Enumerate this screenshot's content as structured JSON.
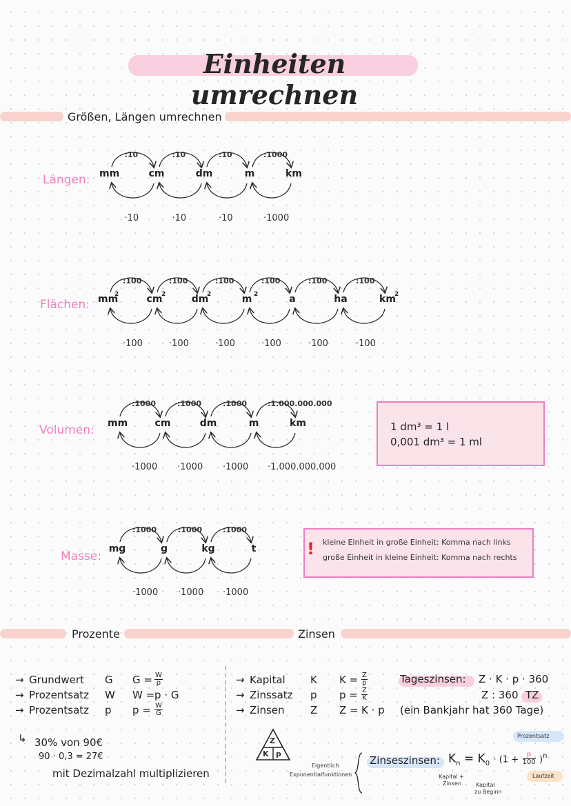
{
  "title": "Einheiten umrechnen",
  "sections": {
    "lengths_heading": "Größen, Längen umrechnen",
    "prozente": "Prozente",
    "zinsen": "Zinsen"
  },
  "laengen": {
    "label": "Längen:",
    "units": [
      "mm",
      "cm",
      "dm",
      "m",
      "km"
    ],
    "div": [
      ":10",
      ":10",
      ":10",
      ":1000"
    ],
    "mul": [
      "·10",
      "·10",
      "·10",
      "·1000"
    ]
  },
  "flaechen": {
    "label": "Flächen:",
    "units": [
      "mm",
      "cm",
      "dm",
      "m",
      "a",
      "ha",
      "km"
    ],
    "sup": [
      "2",
      "2",
      "2",
      "2",
      "",
      "",
      "2"
    ],
    "div": [
      ":100",
      ":100",
      ":100",
      ":100",
      ":100",
      ":100"
    ],
    "mul": [
      "·100",
      "·100",
      "·100",
      "·100",
      "·100",
      "·100"
    ]
  },
  "volumen": {
    "label": "Volumen:",
    "units": [
      "mm",
      "cm",
      "dm",
      "m",
      "km"
    ],
    "div": [
      ":1000",
      ":1000",
      ":1000",
      ":1.000.000.000"
    ],
    "mul": [
      "·1000",
      "·1000",
      "·1000",
      "·1.000.000.000"
    ],
    "box_line1": "1 dm³ = 1 l",
    "box_line2": "0,001 dm³ = 1 ml"
  },
  "masse": {
    "label": "Masse:",
    "units": [
      "mg",
      "g",
      "kg",
      "t"
    ],
    "div": [
      ":1000",
      ":1000",
      ":1000"
    ],
    "mul": [
      "·1000",
      "·1000",
      "·1000"
    ],
    "note_mark": "!",
    "note1": "kleine Einheit in große Einheit: Komma nach links",
    "note2": "große Einheit in kleine Einheit: Komma nach rechts"
  },
  "prozente": {
    "rows": [
      {
        "arrow": "→",
        "name": "Grundwert",
        "sym": "G",
        "lhs": "G =",
        "num": "W",
        "den": "p",
        "after": ""
      },
      {
        "arrow": "→",
        "name": "Prozentsatz",
        "sym": "W",
        "lhs": "W =",
        "num": "",
        "den": "",
        "after": "p · G"
      },
      {
        "arrow": "→",
        "name": "Prozentsatz",
        "sym": "p",
        "lhs": "p =",
        "num": "W",
        "den": "G",
        "after": ""
      }
    ],
    "example_arrow": "↳",
    "example_line1": "30% von 90€",
    "example_line2": "90 · 0,3 = 27€",
    "example_line3": "mit Dezimalzahl multiplizieren"
  },
  "zinsen": {
    "rows": [
      {
        "arrow": "→",
        "name": "Kapital",
        "sym": "K",
        "lhs": "K =",
        "num": "Z",
        "den": "p",
        "after": ""
      },
      {
        "arrow": "→",
        "name": "Zinssatz",
        "sym": "p",
        "lhs": "p =",
        "num": "Z",
        "den": "K",
        "after": ""
      },
      {
        "arrow": "→",
        "name": "Zinsen",
        "sym": "Z",
        "lhs": "Z =",
        "num": "",
        "den": "",
        "after": "K · p"
      }
    ],
    "tages_label": "Tageszinsen:",
    "tages_formula": "Z · K · p · 360",
    "tages_line2": "Z : 360 =",
    "tages_tz": "TZ",
    "bankjahr": "(ein Bankjahr hat 360 Tage)",
    "triangle_top": "Z",
    "triangle_left": "K",
    "triangle_right": "p",
    "eigentlich": "Eigentlich",
    "exponential": "Exponentialfunktionen",
    "zinseszinsen_label": "Zinseszinsen:",
    "zz_kn": "K",
    "zz_n_sub": "n",
    "zz_eq": "= K",
    "zz_0_sub": "0",
    "zz_paren": "· (1 +",
    "zz_p": "p",
    "zz_100": "100",
    "zz_close": ")",
    "zz_exp": "n",
    "prozentsatz_tag": "Prozentsatz",
    "laufzeit_tag": "Laufzeit",
    "kapital_zinsen_1": "Kapital +",
    "kapital_zinsen_2": "Zinsen",
    "kapital_beginn_1": "Kapital",
    "kapital_beginn_2": "zu Beginn"
  }
}
